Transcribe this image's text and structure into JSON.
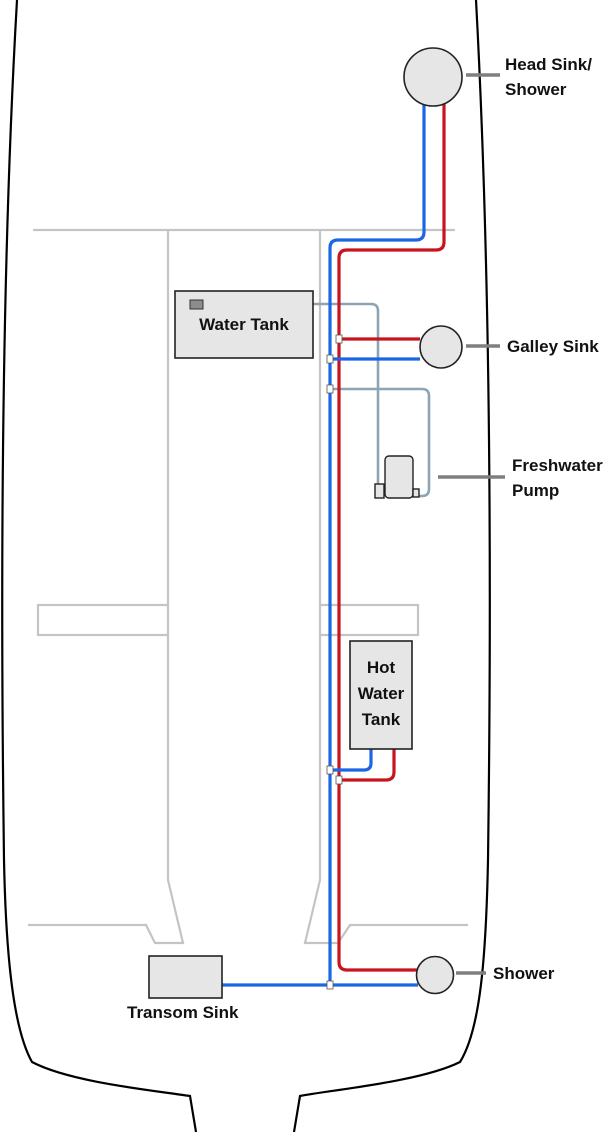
{
  "labels": {
    "head_sink_line1": "Head Sink/",
    "head_sink_line2": "Shower",
    "galley_sink": "Galley Sink",
    "freshwater_pump_line1": "Freshwater",
    "freshwater_pump_line2": "Pump",
    "shower": "Shower",
    "transom_sink": "Transom Sink",
    "water_tank": "Water Tank",
    "hot_water_tank_line1": "Hot",
    "hot_water_tank_line2": "Water",
    "hot_water_tank_line3": "Tank"
  },
  "colors": {
    "hull_outline": "#000000",
    "interior_outline": "#c4c4c4",
    "cold_water_line": "#1a66e6",
    "hot_water_line": "#c8141e",
    "supply_line": "#8da4b4",
    "fixture_fill": "#e6e6e6",
    "callout_line": "#7f7f7f"
  }
}
